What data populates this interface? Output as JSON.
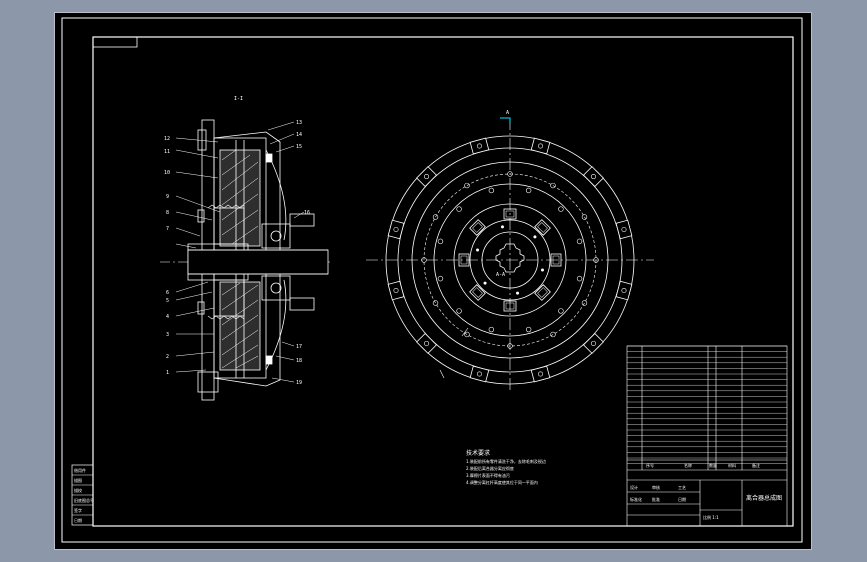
{
  "drawing": {
    "section_view_mark": "I-I",
    "section_cut_label": "A",
    "leader_labels_left": [
      "12",
      "11",
      "10",
      "9",
      "8",
      "7",
      "6",
      "5",
      "4",
      "3",
      "2",
      "1"
    ],
    "leader_labels_right": [
      "13",
      "14",
      "15",
      "16",
      "17",
      "18",
      "19"
    ],
    "rotation_mark": "A-A",
    "technical_requirements": {
      "heading": "技术要求",
      "lines": [
        "1.装配前所有零件清洗干净，去除毛刺及锐边",
        "2.装配后离合器分离应彻底",
        "3.摩擦片表面不得有油污",
        "4.调整分离杠杆高度使其位于同一平面内"
      ]
    },
    "title_block": {
      "drawing_title": "离合器总成图",
      "header_cells": [
        "序号",
        "名称",
        "数量",
        "材料",
        "备注"
      ],
      "bottom_left_cells": [
        "设计",
        "审核",
        "工艺",
        "标准化",
        "批准",
        "日期"
      ],
      "scale_text": "比例 1:1"
    },
    "revision_block": [
      "借用件",
      "描图",
      "描校",
      "旧底图总号",
      "签字",
      "日期"
    ],
    "colors": {
      "background": "#000000",
      "lines": "#ffffff",
      "accent_cyan": "#00e5ff",
      "frame_outer": "#8c97aa"
    }
  }
}
